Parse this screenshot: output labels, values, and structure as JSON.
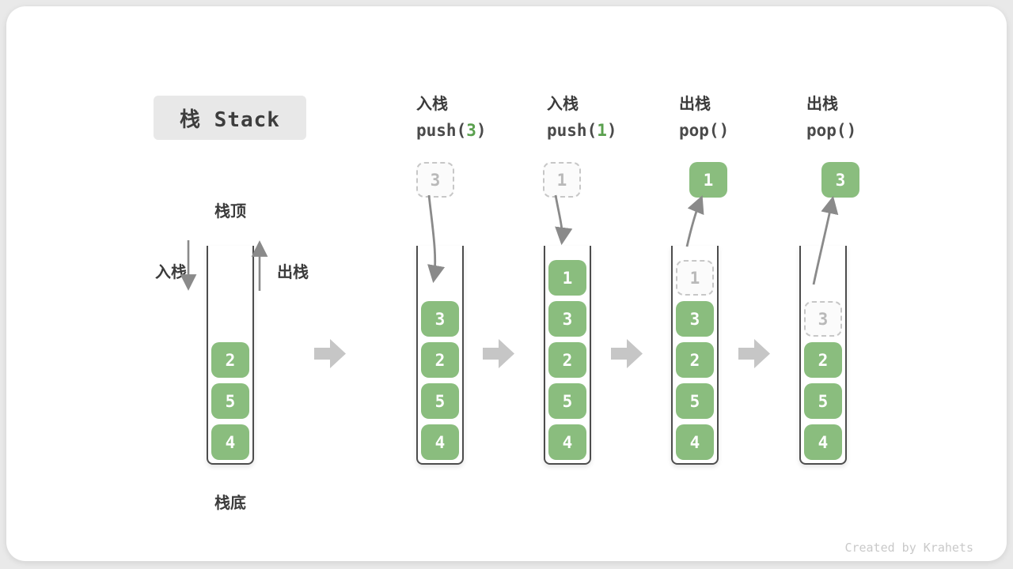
{
  "title": "栈 Stack",
  "labels": {
    "stack_top": "栈顶",
    "stack_bottom": "栈底",
    "push_side": "入栈",
    "pop_side": "出栈"
  },
  "operations": [
    {
      "name": "入栈",
      "code_pre": "push(",
      "arg": "3",
      "code_post": ")"
    },
    {
      "name": "入栈",
      "code_pre": "push(",
      "arg": "1",
      "code_post": ")"
    },
    {
      "name": "出栈",
      "code_pre": "pop(",
      "arg": "",
      "code_post": ")"
    },
    {
      "name": "出栈",
      "code_pre": "pop(",
      "arg": "",
      "code_post": ")"
    }
  ],
  "stacks": [
    {
      "blocks": [
        "2",
        "5",
        "4"
      ]
    },
    {
      "incoming": "3",
      "blocks": [
        "3",
        "2",
        "5",
        "4"
      ]
    },
    {
      "incoming": "1",
      "blocks": [
        "1",
        "3",
        "2",
        "5",
        "4"
      ]
    },
    {
      "outgoing": "1",
      "ghost": "1",
      "blocks": [
        "3",
        "2",
        "5",
        "4"
      ]
    },
    {
      "outgoing": "3",
      "ghost": "3",
      "blocks": [
        "2",
        "5",
        "4"
      ]
    }
  ],
  "watermark": "Created by Krahets",
  "colors": {
    "block_green": "#8abd7e",
    "code_arg_green": "#5aa04e",
    "arrow_gray": "#8a8a8a",
    "big_arrow_gray": "#c6c6c6",
    "ghost_border": "#c7c7c7",
    "title_box_bg": "#e8e8e8",
    "text_dark": "#3b3b3b",
    "card_bg": "#ffffff",
    "page_bg": "#e9e9e9"
  }
}
